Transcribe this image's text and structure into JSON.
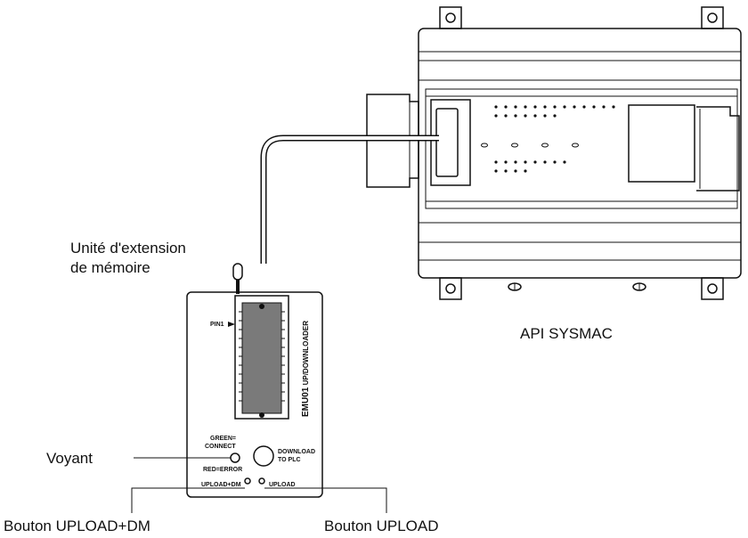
{
  "labels": {
    "memory_unit": "Unité d'extension",
    "memory_unit_line2": "de mémoire",
    "plc": "API SYSMAC",
    "indicator": "Voyant",
    "upload_dm_button": "Bouton UPLOAD+DM",
    "upload_button": "Bouton UPLOAD"
  },
  "device": {
    "model": "EMU01",
    "model_suffix": "UP/DOWNLOADER",
    "pin1": "PIN1",
    "green_line1": "GREEN=",
    "green_line2": "CONNECT",
    "red": "RED=ERROR",
    "download_line1": "DOWNLOAD",
    "download_line2": "TO PLC",
    "upload_dm": "UPLOAD+DM",
    "upload": "UPLOAD"
  }
}
